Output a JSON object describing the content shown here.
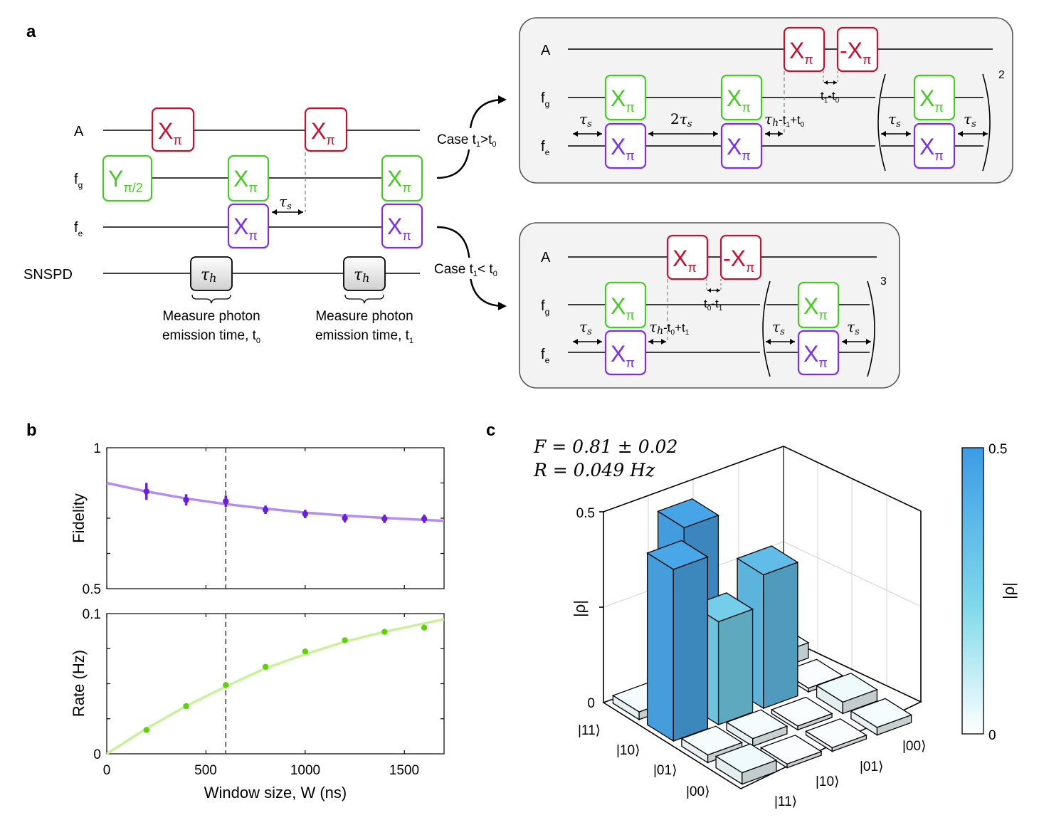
{
  "panel_labels": {
    "a": "a",
    "b": "b",
    "c": "c"
  },
  "panel_a": {
    "lines": {
      "A": "A",
      "fg": "f",
      "fg_sub": "g",
      "fe": "f",
      "fe_sub": "e",
      "snspd": "SNSPD"
    },
    "gate_x": "X",
    "gate_y": "Y",
    "sub_pi": "π",
    "sub_pi2": "π/2",
    "minus": "-",
    "tau_s": "τ",
    "tau_s_sub": "s",
    "tau_h": "τ",
    "tau_h_sub": "h",
    "two": "2",
    "measure0": {
      "line1": "Measure photon",
      "line2": "emission time, t",
      "sub": "0"
    },
    "measure1": {
      "line1": "Measure photon",
      "line2": "emission time, t",
      "sub": "1"
    },
    "case1": {
      "text": "Case t",
      "s1": "1",
      "op": ">t",
      "s2": "0"
    },
    "case2": {
      "text": "Case t",
      "s1": "1",
      "op": "< t",
      "s2": "0"
    },
    "top_box": {
      "diff": "t",
      "d1": "1",
      "dash": "-t",
      "d0": "0",
      "h_expr": "-t",
      "h1": "1",
      "h_plus": "+t",
      "h0": "0",
      "power": "2"
    },
    "bottom_box": {
      "diff": "t",
      "d0": "0",
      "dash": "-t",
      "d1": "1",
      "h_expr": "-t",
      "h0": "0",
      "h_plus": "+t",
      "h1": "1",
      "power": "3"
    }
  },
  "panel_b": {
    "xlabel": "Window size, W (ns)",
    "xticks": [
      "0",
      "500",
      "1000",
      "1500"
    ],
    "dashed_x": 600,
    "fidelity": {
      "ylabel": "Fidelity",
      "yticks": [
        "0.5",
        "1"
      ],
      "ylim": [
        0.5,
        1
      ],
      "color": "#6a1fe0",
      "fit_color": "#b58cf0"
    },
    "rate": {
      "ylabel": "Rate (Hz)",
      "yticks": [
        "0",
        "0.1"
      ],
      "ylim": [
        0,
        0.1
      ],
      "color": "#5fd00c",
      "fit_color": "#c8f29a"
    }
  },
  "panel_c": {
    "F_text": "F = 0.81 ± 0.02",
    "R_text": "R = 0.049 Hz",
    "zlabel": "|ρ|",
    "zticks": [
      "0",
      "0.5"
    ],
    "row_labels": [
      "|11⟩",
      "|10⟩",
      "|01⟩",
      "|00⟩"
    ],
    "col_labels": [
      "|00⟩",
      "|01⟩",
      "|10⟩",
      "|11⟩"
    ],
    "colorbar": {
      "label": "|ρ|",
      "min": "0",
      "max": "0.5",
      "top_color": "#3d9be6",
      "bottom_color": "#ffffff"
    }
  },
  "chart_data": [
    {
      "type": "scatter",
      "title": "",
      "xlabel": "Window size, W (ns)",
      "ylabel": "Fidelity",
      "xlim": [
        0,
        1700
      ],
      "ylim": [
        0.5,
        1
      ],
      "series": [
        {
          "x": [
            200,
            400,
            600,
            800,
            1000,
            1200,
            1400,
            1600
          ],
          "y": [
            0.845,
            0.815,
            0.81,
            0.78,
            0.765,
            0.75,
            0.748,
            0.748
          ],
          "err": [
            0.03,
            0.02,
            0.02,
            0.015,
            0.015,
            0.015,
            0.015,
            0.015
          ]
        }
      ],
      "fit": {
        "x": [
          0,
          200,
          400,
          600,
          800,
          1000,
          1200,
          1400,
          1600,
          1700
        ],
        "y": [
          0.875,
          0.845,
          0.82,
          0.8,
          0.784,
          0.77,
          0.759,
          0.751,
          0.744,
          0.741
        ]
      }
    },
    {
      "type": "scatter",
      "title": "",
      "xlabel": "Window size, W (ns)",
      "ylabel": "Rate (Hz)",
      "xlim": [
        0,
        1700
      ],
      "ylim": [
        0,
        0.1
      ],
      "series": [
        {
          "x": [
            200,
            400,
            600,
            800,
            1000,
            1200,
            1400,
            1600
          ],
          "y": [
            0.017,
            0.034,
            0.049,
            0.062,
            0.073,
            0.081,
            0.087,
            0.09
          ]
        }
      ],
      "fit": {
        "x": [
          0,
          200,
          400,
          600,
          800,
          1000,
          1200,
          1400,
          1600,
          1700
        ],
        "y": [
          0,
          0.018,
          0.034,
          0.048,
          0.061,
          0.071,
          0.08,
          0.087,
          0.093,
          0.096
        ]
      }
    },
    {
      "type": "bar3d",
      "title": "",
      "zlabel": "|ρ|",
      "zlim": [
        0,
        0.5
      ],
      "rows": [
        "|11⟩",
        "|10⟩",
        "|01⟩",
        "|00⟩"
      ],
      "cols": [
        "|00⟩",
        "|01⟩",
        "|10⟩",
        "|11⟩"
      ],
      "values": [
        [
          0.04,
          0.0,
          0.46,
          0.02
        ],
        [
          0.01,
          0.35,
          0.27,
          0.45
        ],
        [
          0.03,
          0.01,
          0.02,
          0.02
        ],
        [
          0.02,
          0.01,
          0.01,
          0.03
        ]
      ]
    }
  ]
}
